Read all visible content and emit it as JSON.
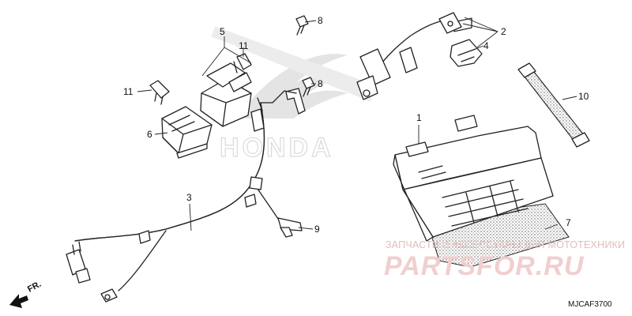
{
  "diagram": {
    "code": "MJCAF3700",
    "direction_label": "FR.",
    "brand_watermark": "HONDA",
    "watermark_line1": "ЗАПЧАСТИ И АКСЕССУАРЫ ДЛЯ МОТОТЕХНИКИ",
    "watermark_line2": "PARTSFOR.RU"
  },
  "callouts": [
    {
      "id": "1",
      "label": "1"
    },
    {
      "id": "2",
      "label": "2"
    },
    {
      "id": "3",
      "label": "3"
    },
    {
      "id": "4",
      "label": "4"
    },
    {
      "id": "5",
      "label": "5"
    },
    {
      "id": "6",
      "label": "6"
    },
    {
      "id": "7",
      "label": "7"
    },
    {
      "id": "8a",
      "label": "8"
    },
    {
      "id": "8b",
      "label": "8"
    },
    {
      "id": "9",
      "label": "9"
    },
    {
      "id": "10",
      "label": "10"
    },
    {
      "id": "11a",
      "label": "11"
    },
    {
      "id": "11b",
      "label": "11"
    }
  ]
}
